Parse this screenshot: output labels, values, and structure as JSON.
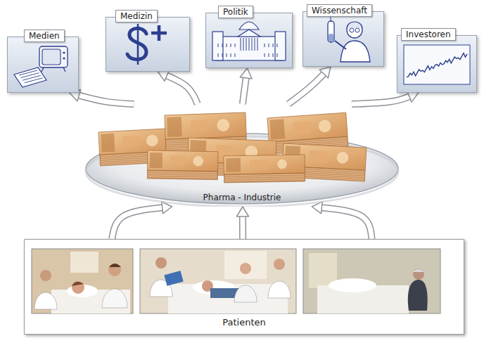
{
  "diagram": {
    "nodes": [
      {
        "text": [
          "Medien"
        ]
      },
      {
        "text": [
          "Medizin"
        ]
      },
      {
        "text": [
          "Politik"
        ]
      },
      {
        "text": [
          "Wissenschaft"
        ]
      },
      {
        "text": [
          "Investoren"
        ]
      },
      {
        "text": [
          "Pharma - Industrie"
        ]
      },
      {
        "text": [
          "Patienten"
        ]
      }
    ],
    "edges": [
      {
        "from": 5,
        "to": 0,
        "arrow": "to"
      },
      {
        "from": 5,
        "to": 1,
        "arrow": "to"
      },
      {
        "from": 5,
        "to": 2,
        "arrow": "to"
      },
      {
        "from": 5,
        "to": 3,
        "arrow": "to"
      },
      {
        "from": 5,
        "to": 4,
        "arrow": "to"
      },
      {
        "from": 6,
        "to": 5,
        "arrow": "to"
      },
      {
        "from": 6,
        "to": 5,
        "arrow": "to"
      },
      {
        "from": 6,
        "to": 5,
        "arrow": "to"
      }
    ]
  }
}
